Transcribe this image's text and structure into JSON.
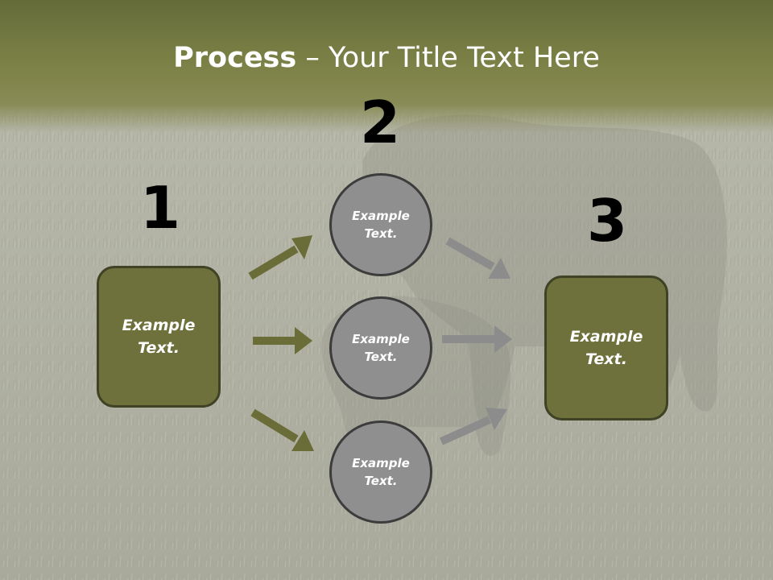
{
  "slide": {
    "title_bold": "Process",
    "title_rest": " – Your Title Text Here",
    "steps": [
      {
        "number": "1",
        "box_label": "Example Text."
      },
      {
        "number": "2",
        "circles": [
          "Example Text.",
          "Example Text.",
          "Example Text."
        ]
      },
      {
        "number": "3",
        "box_label": "Example Text."
      }
    ]
  },
  "colors": {
    "header": "#7a8045",
    "box_fill": "#6e713b",
    "circle_fill": "#8f8f8f",
    "arrow_in": "#6a6d38",
    "arrow_out": "#8c8c8c"
  }
}
